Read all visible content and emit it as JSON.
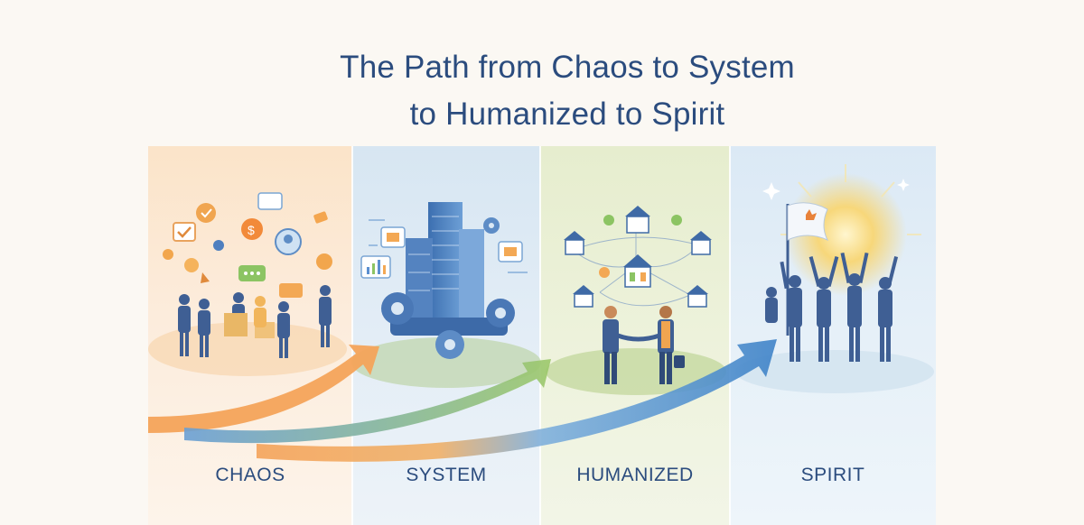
{
  "title": {
    "line1": "The Path from Chaos to System",
    "line2": "to Humanized to Spirit"
  },
  "stages": [
    {
      "label": "CHAOS"
    },
    {
      "label": "SYSTEM"
    },
    {
      "label": "HUMANIZED"
    },
    {
      "label": "SPIRIT"
    }
  ],
  "colors": {
    "title": "#2b4c7e",
    "chaos": "#f4a35a",
    "system": "#6f9fd0",
    "humanized": "#9cc26a",
    "spirit": "#4f8fd0"
  }
}
